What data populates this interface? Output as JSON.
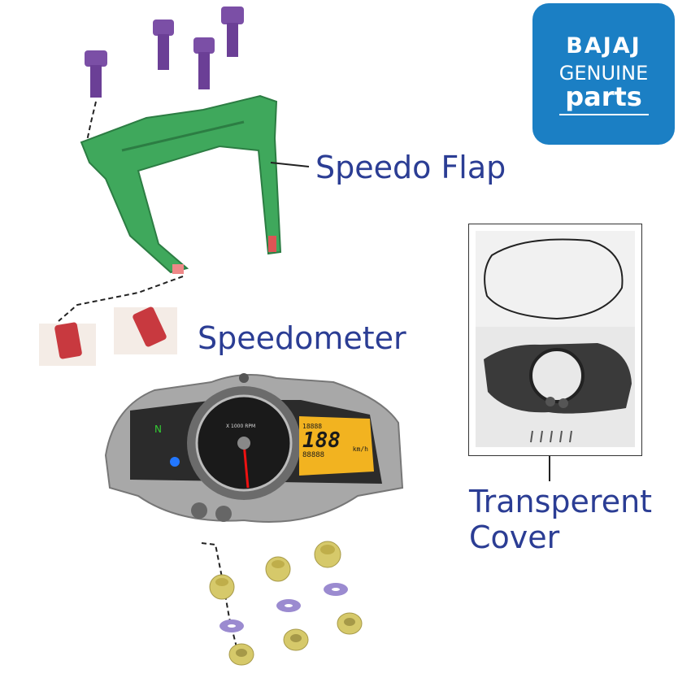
{
  "labels": {
    "speedo_flap": "Speedo Flap",
    "speedometer": "Speedometer",
    "transparent_cover_line1": "Transperent",
    "transparent_cover_line2": "Cover"
  },
  "logo": {
    "brand": "BAJAJ",
    "line2": "GENUINE",
    "line3": "parts"
  },
  "speedometer_display": {
    "speed": "188",
    "speed_unit": "km/h",
    "rpm_label": "X 1000 RPM",
    "odometer": "88888",
    "trip": "18888"
  },
  "colors": {
    "label_text": "#2b3d94",
    "logo_bg": "#1b7fc4",
    "bolt": "#7b4fa6",
    "bracket": "#3fa85c",
    "grommet": "#d6c96a",
    "washer": "#9b8bd0",
    "clip": "#c8393f",
    "lcd": "#f2b320"
  }
}
